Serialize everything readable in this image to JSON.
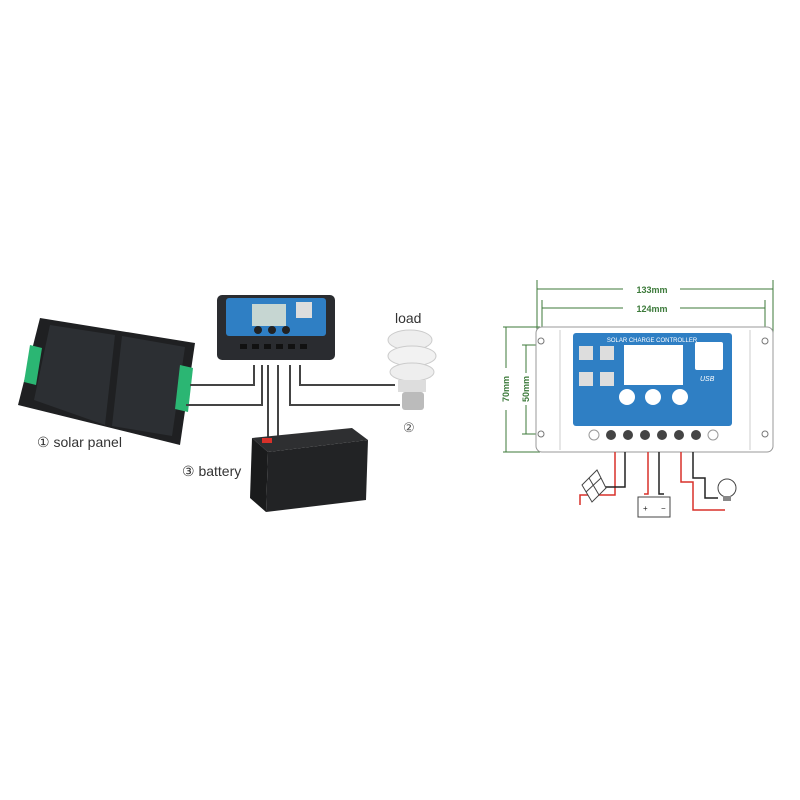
{
  "wiring_diagram": {
    "solar_panel_label": "① solar panel",
    "load_label": "load",
    "load_number": "②",
    "battery_label": "③ battery"
  },
  "dimension_diagram": {
    "overall_width": "133mm",
    "mount_width": "124mm",
    "overall_height": "70mm",
    "mount_height": "50mm",
    "controller_title": "SOLAR CHARGE CONTROLLER",
    "usb_label": "USB"
  },
  "colors": {
    "panel_blue": "#2f7fc4",
    "dimension_green": "#3c7a3a",
    "wire_red": "#d8312a",
    "handle_green": "#2bb673"
  }
}
